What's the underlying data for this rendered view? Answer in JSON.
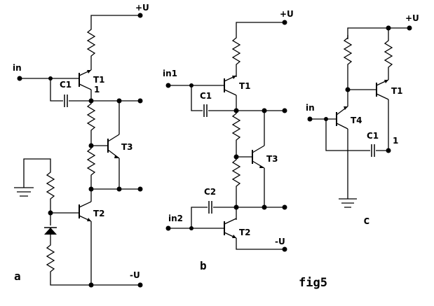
{
  "panels": [
    {
      "id": "a",
      "letter": "a"
    },
    {
      "id": "b",
      "letter": "b"
    },
    {
      "id": "c",
      "letter": "c"
    }
  ],
  "circuit_a": {
    "supply_pos": "+U",
    "supply_neg": "-U",
    "input": "in",
    "capacitor": "C1",
    "transistors": [
      "T1",
      "T2",
      "T3"
    ],
    "node_label": "1"
  },
  "circuit_b": {
    "supply_pos": "+U",
    "supply_neg": "-U",
    "inputs": [
      "in1",
      "in2"
    ],
    "capacitors": [
      "C1",
      "C2"
    ],
    "transistors": [
      "T1",
      "T3",
      "T2"
    ]
  },
  "circuit_c": {
    "supply_pos": "+U",
    "input": "in",
    "capacitor": "C1",
    "transistors": [
      "T1",
      "T4"
    ],
    "node_label": "1"
  },
  "figure_label": "fig5"
}
